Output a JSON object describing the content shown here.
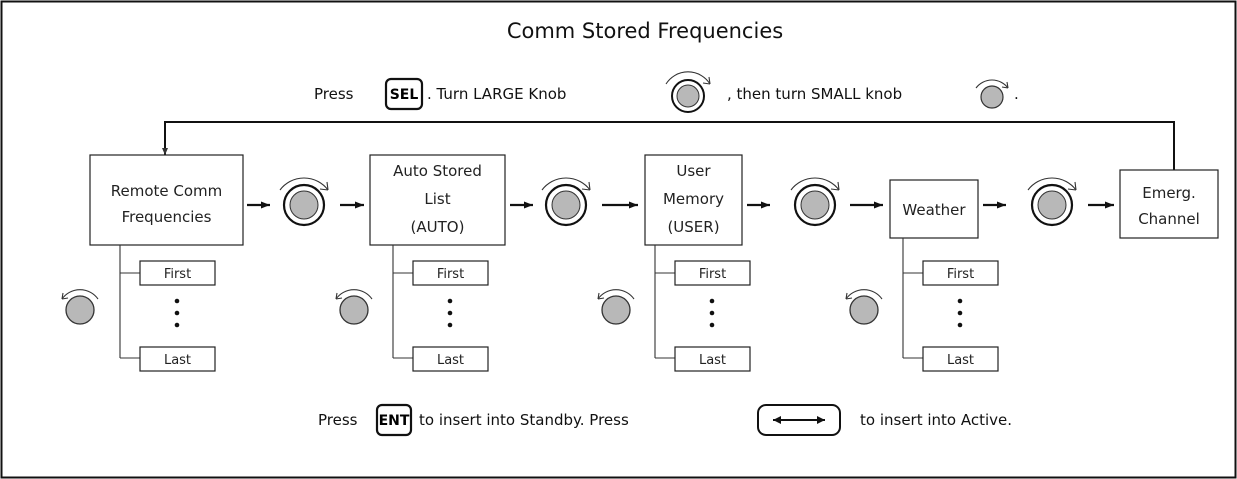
{
  "title": "Comm Stored Frequencies",
  "instruction_top": {
    "press": "Press",
    "sel_key": "SEL",
    "turn_large": ". Turn LARGE Knob",
    "then_small": ", then turn SMALL knob",
    "end": "."
  },
  "instruction_bottom": {
    "press": "Press",
    "ent_key": "ENT",
    "to_standby": "to insert into Standby. Press",
    "to_active": "to insert into Active."
  },
  "lists": [
    {
      "lines": [
        "Remote Comm",
        "Frequencies"
      ],
      "first": "First",
      "last": "Last"
    },
    {
      "lines": [
        "Auto Stored",
        "List",
        "(AUTO)"
      ],
      "first": "First",
      "last": "Last"
    },
    {
      "lines": [
        "User",
        "Memory",
        "(USER)"
      ],
      "first": "First",
      "last": "Last"
    },
    {
      "lines": [
        "Weather"
      ],
      "first": "First",
      "last": "Last"
    }
  ],
  "final": {
    "lines": [
      "Emerg.",
      "Channel"
    ]
  },
  "icons": {
    "large_knob": "large-knob-icon",
    "small_knob": "small-knob-icon",
    "swap_key": "frequency-swap-key-icon"
  },
  "colors": {
    "knob_fill": "#b8b8b8",
    "ink": "#111111"
  }
}
